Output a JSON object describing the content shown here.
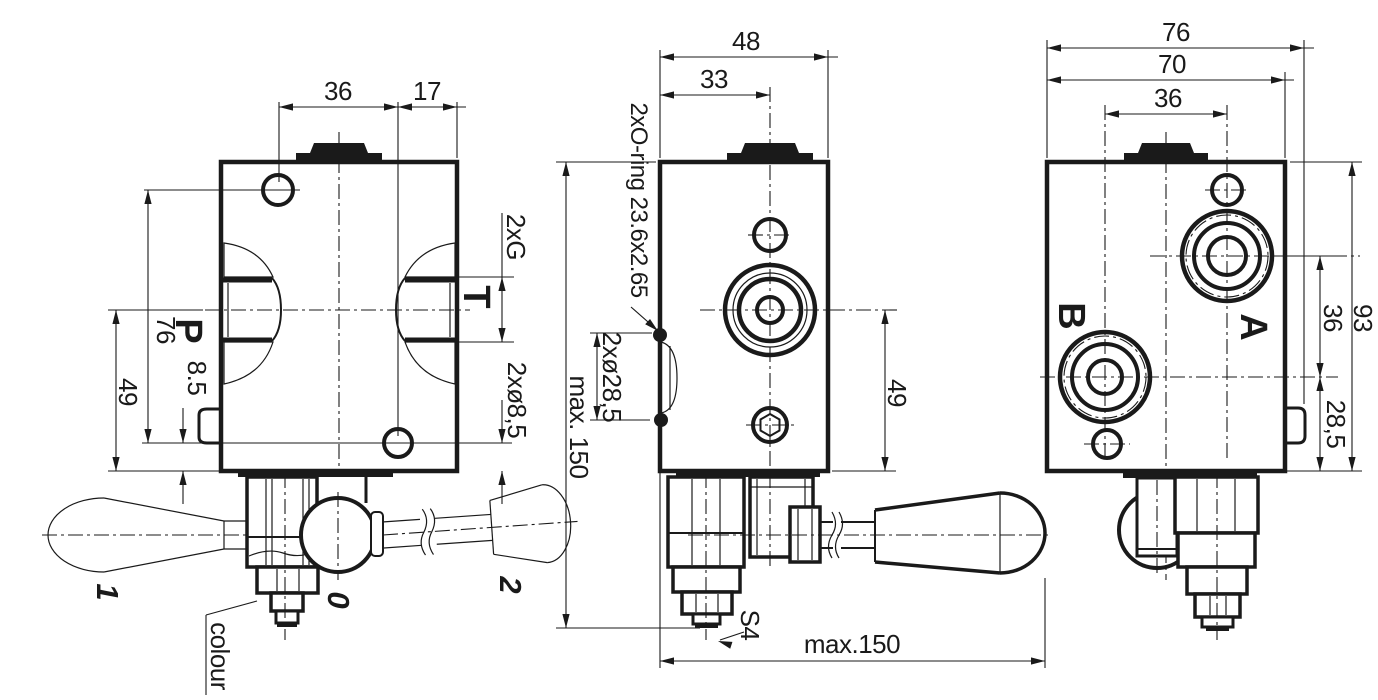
{
  "views": {
    "left": {
      "top_dims": {
        "d36": "36",
        "d17": "17"
      },
      "left_dims": {
        "d76": "76",
        "d49": "49",
        "d85": "8.5"
      },
      "right_labels": {
        "thread": "2xG",
        "holes": "2xø8,5"
      },
      "ports": {
        "p": "P",
        "t": "T"
      },
      "positions": {
        "p1": "1",
        "p0": "0",
        "p2": "2"
      },
      "note": {
        "colour": "colour"
      }
    },
    "front": {
      "top_dims": {
        "d48": "48",
        "d33": "33"
      },
      "left_labels": {
        "oring": "2xO-ring 23.6x2.65",
        "bore": "2xø28,5",
        "height": "max. 150"
      },
      "right_dims": {
        "d49": "49"
      },
      "bottom": {
        "hex": "S4",
        "length": "max.150"
      }
    },
    "right": {
      "top_dims": {
        "d76": "76",
        "d70": "70",
        "d36": "36"
      },
      "right_dims": {
        "d93": "93",
        "d36": "36",
        "d285": "28,5"
      },
      "ports": {
        "a": "A",
        "b": "B"
      }
    }
  }
}
